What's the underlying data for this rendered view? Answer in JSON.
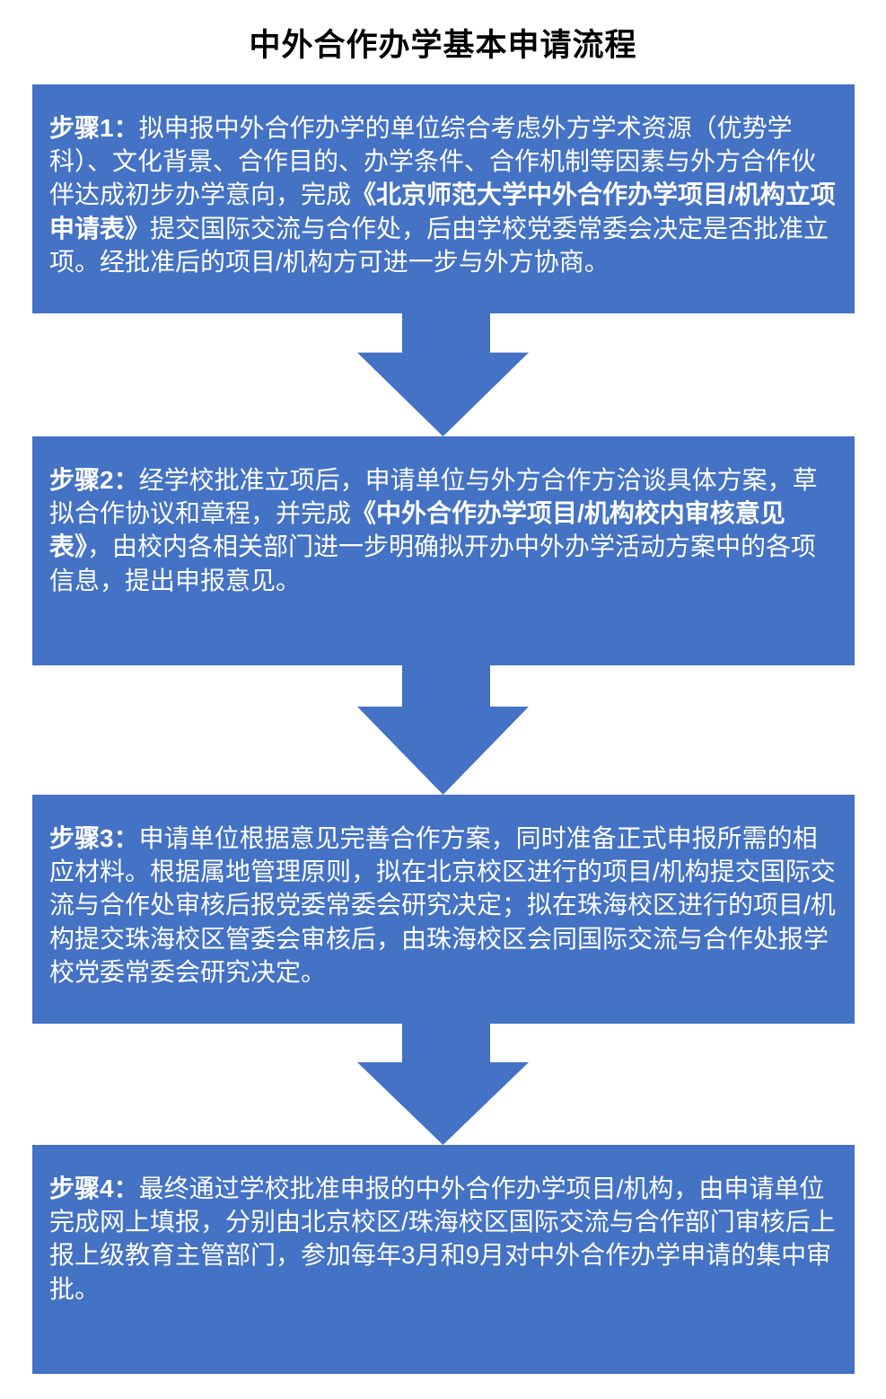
{
  "title": "中外合作办学基本申请流程",
  "colors": {
    "box_fill": "#4472C4",
    "arrow_fill": "#4472C4",
    "text_color": "#FFFFFF",
    "title_color": "#000000",
    "page_bg": "#FFFFFF"
  },
  "steps": [
    {
      "label": "步骤1：",
      "segments": [
        {
          "text": "步骤1：",
          "bold": true
        },
        {
          "text": "拟申报中外合作办学的单位综合考虑外方学术资源（优势学科）、文化背景、合作目的、办学条件、合作机制等因素与外方合作伙伴达成初步办学意向，完成",
          "bold": false
        },
        {
          "text": "《北京师范大学中外合作办学项目/机构立项申请表》",
          "bold": true
        },
        {
          "text": "提交国际交流与合作处，后由学校党委常委会决定是否批准立项。经批准后的项目/机构方可进一步与外方协商。",
          "bold": false
        }
      ]
    },
    {
      "label": "步骤2：",
      "segments": [
        {
          "text": "步骤2：",
          "bold": true
        },
        {
          "text": "经学校批准立项后，申请单位与外方合作方洽谈具体方案，草拟合作协议和章程，并完成",
          "bold": false
        },
        {
          "text": "《中外合作办学项目/机构校内审核意见表》",
          "bold": true
        },
        {
          "text": "，由校内各相关部门进一步明确拟开办中外办学活动方案中的各项信息，提出申报意见。",
          "bold": false
        }
      ]
    },
    {
      "label": "步骤3：",
      "segments": [
        {
          "text": "步骤3：",
          "bold": true
        },
        {
          "text": "申请单位根据意见完善合作方案，同时准备正式申报所需的相应材料。根据属地管理原则，拟在北京校区进行的项目/机构提交国际交流与合作处审核后报党委常委会研究决定；拟在珠海校区进行的项目/机构提交珠海校区管委会审核后，由珠海校区会同国际交流与合作处报学校党委常委会研究决定。",
          "bold": false
        }
      ]
    },
    {
      "label": "步骤4：",
      "segments": [
        {
          "text": "步骤4：",
          "bold": true
        },
        {
          "text": "最终通过学校批准申报的中外合作办学项目/机构，由申请单位完成网上填报，分别由北京校区/珠海校区国际交流与合作部门审核后上报上级教育主管部门，参加每年3月和9月对中外合作办学申请的集中审批。",
          "bold": false
        }
      ]
    }
  ]
}
